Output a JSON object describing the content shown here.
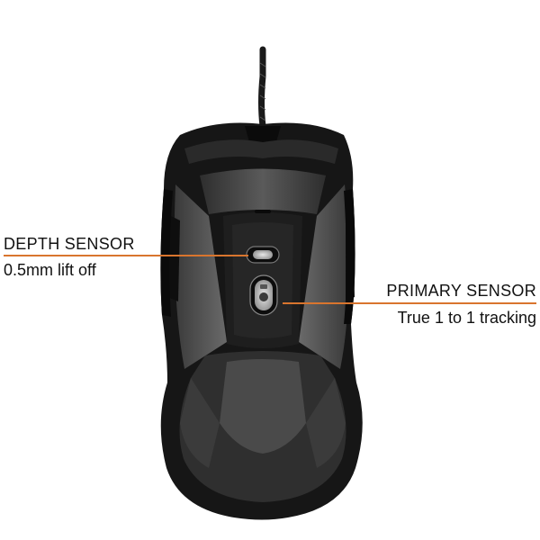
{
  "product": {
    "name": "gaming-mouse-underside"
  },
  "callouts": {
    "depth_sensor": {
      "title": "DEPTH SENSOR",
      "subtitle": "0.5mm lift off"
    },
    "primary_sensor": {
      "title": "PRIMARY SENSOR",
      "subtitle": "True 1 to 1 tracking"
    }
  },
  "colors": {
    "accent_line": "#d9752e",
    "mouse_body": "#1a1a1a",
    "mouse_panel": "#4a4a4a",
    "mouse_skate": "#2c2c2c",
    "text": "#111111"
  }
}
